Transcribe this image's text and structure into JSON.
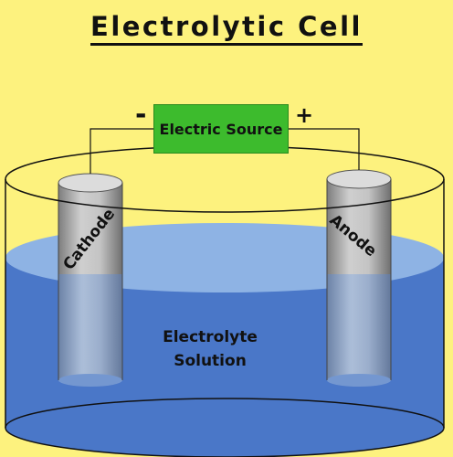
{
  "title": "Electrolytic Cell",
  "source": {
    "label": "Electric Source",
    "negative_sign": "-",
    "positive_sign": "+"
  },
  "electrodes": {
    "cathode": "Cathode",
    "anode": "Anode"
  },
  "solution": {
    "line1": "Electrolyte",
    "line2": "Solution"
  },
  "colors": {
    "background": "#fdf27e",
    "source": "#3dbb2d",
    "solution": "#4a77c8",
    "solution_surface": "#8eb3e4",
    "electrode": "#b8b8b8"
  }
}
